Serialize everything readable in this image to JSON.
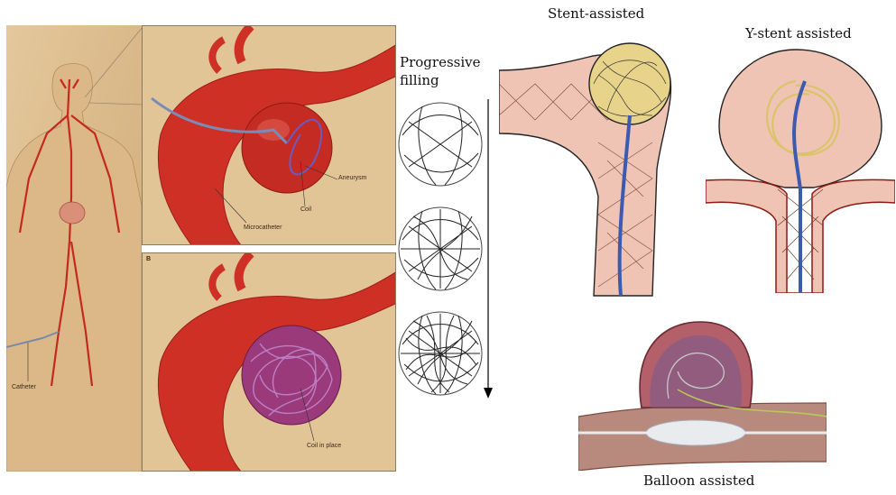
{
  "left_panel": {
    "labels": {
      "catheter": "Catheter",
      "microcatheter": "Microcatheter",
      "coil": "Coil",
      "aneurysm": "Aneurysm",
      "panel_b": "B",
      "coil_in_place": "Coil in place"
    }
  },
  "progressive": {
    "title_line1": "Progressive",
    "title_line2": "filling"
  },
  "stent_assisted": {
    "title": "Stent-assisted"
  },
  "y_stent": {
    "title": "Y-stent assisted"
  },
  "balloon": {
    "title": "Balloon assisted"
  },
  "colors": {
    "skin": "#d9b98a",
    "artery": "#d42d25",
    "vessel_pink": "#efc4b4",
    "coil_yellow": "#e4d38a",
    "catheter_blue": "#3b5ab0"
  }
}
